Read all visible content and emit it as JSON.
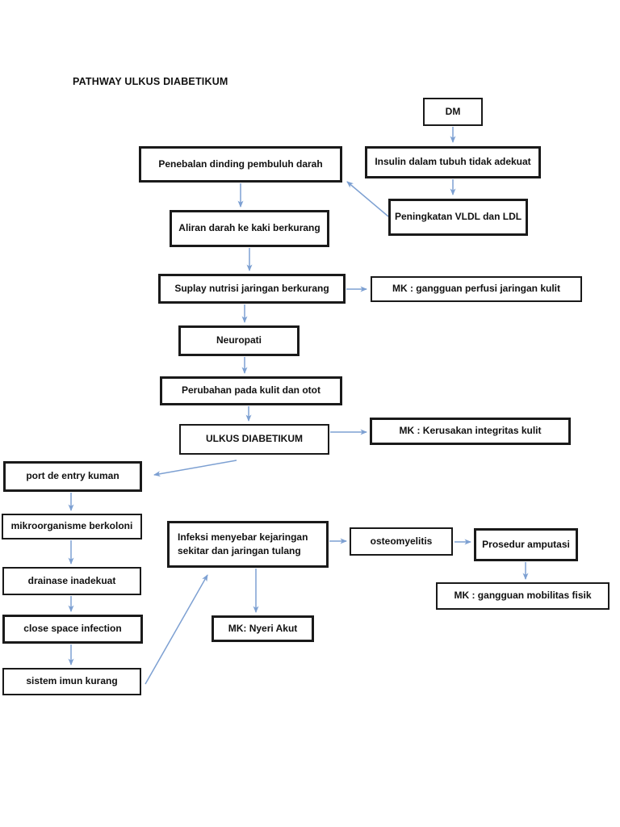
{
  "title": "PATHWAY ULKUS DIABETIKUM",
  "colors": {
    "arrow": "#7da0d2",
    "box_border": "#1a1a1a",
    "text": "#111111",
    "background": "#ffffff"
  },
  "nodes": {
    "dm": {
      "label": "DM"
    },
    "insulin": {
      "label": "Insulin dalam tubuh tidak adekuat"
    },
    "penebalan": {
      "label": "Penebalan dinding pembuluh darah"
    },
    "vldl": {
      "label": "Peningkatan VLDL dan LDL"
    },
    "aliran": {
      "label": "Aliran darah ke kaki berkurang"
    },
    "suplay": {
      "label": "Suplay nutrisi jaringan berkurang"
    },
    "mk_perfusi": {
      "label": "MK : gangguan perfusi jaringan kulit"
    },
    "neuropati": {
      "label": "Neuropati"
    },
    "perubahan": {
      "label": "Perubahan pada kulit dan otot"
    },
    "ulkus": {
      "label": "ULKUS DIABETIKUM"
    },
    "mk_integritas": {
      "label": "MK : Kerusakan integritas kulit"
    },
    "port": {
      "label": "port de entry kuman"
    },
    "mikro": {
      "label": "mikroorganisme berkoloni"
    },
    "drainase": {
      "label": "drainase inadekuat"
    },
    "close_space": {
      "label": "close space infection"
    },
    "sistem": {
      "label": "sistem imun kurang"
    },
    "infeksi": {
      "label": "Infeksi menyebar kejaringan\nsekitar dan jaringan tulang"
    },
    "osteo": {
      "label": "osteomyelitis"
    },
    "amputasi": {
      "label": "Prosedur amputasi"
    },
    "mk_mobilitas": {
      "label": "MK : gangguan mobilitas fisik"
    },
    "mk_nyeri": {
      "label": "MK: Nyeri Akut"
    }
  },
  "edges": [
    {
      "from": "dm",
      "to": "insulin"
    },
    {
      "from": "insulin",
      "to": "vldl"
    },
    {
      "from": "vldl",
      "to": "penebalan"
    },
    {
      "from": "penebalan",
      "to": "aliran"
    },
    {
      "from": "aliran",
      "to": "suplay"
    },
    {
      "from": "suplay",
      "to": "mk_perfusi"
    },
    {
      "from": "suplay",
      "to": "neuropati"
    },
    {
      "from": "neuropati",
      "to": "perubahan"
    },
    {
      "from": "perubahan",
      "to": "ulkus"
    },
    {
      "from": "ulkus",
      "to": "mk_integritas"
    },
    {
      "from": "ulkus",
      "to": "port"
    },
    {
      "from": "port",
      "to": "mikro"
    },
    {
      "from": "mikro",
      "to": "drainase"
    },
    {
      "from": "drainase",
      "to": "close_space"
    },
    {
      "from": "close_space",
      "to": "sistem"
    },
    {
      "from": "sistem",
      "to": "infeksi"
    },
    {
      "from": "infeksi",
      "to": "osteo"
    },
    {
      "from": "infeksi",
      "to": "mk_nyeri"
    },
    {
      "from": "osteo",
      "to": "amputasi"
    },
    {
      "from": "amputasi",
      "to": "mk_mobilitas"
    }
  ]
}
